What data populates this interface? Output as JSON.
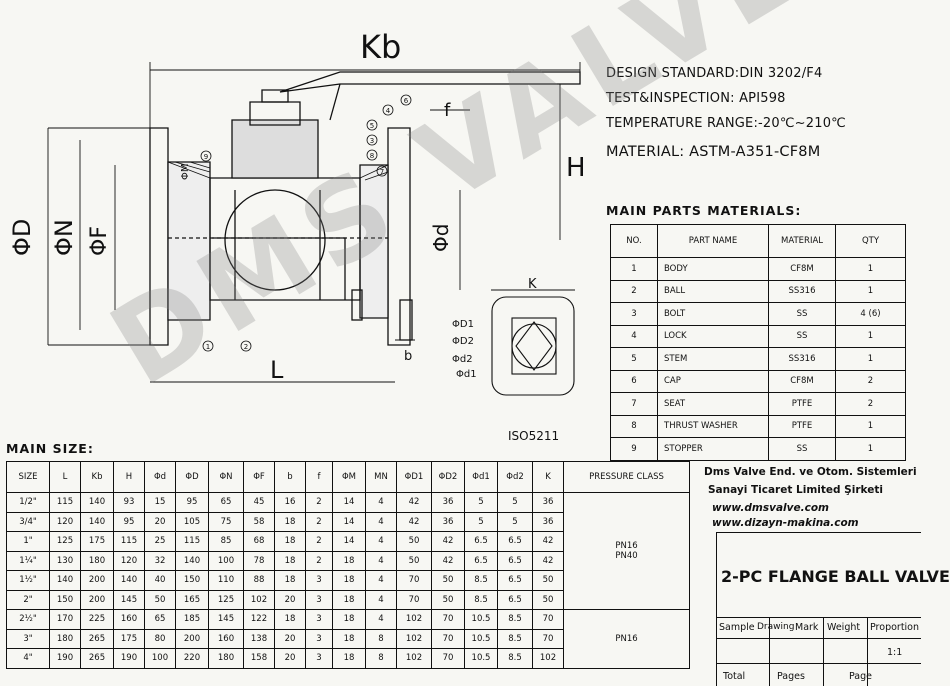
{
  "specs": {
    "design_standard": "DESIGN STANDARD:DIN 3202/F4",
    "test_inspection": "TEST&INSPECTION: API598",
    "temperature_range": "TEMPERATURE RANGE:-20℃~210℃",
    "material": "MATERIAL: ASTM-A351-CF8M"
  },
  "drawing": {
    "dim_kb": "Kb",
    "dim_f": "f",
    "dim_h": "H",
    "dim_d": "ΦD",
    "dim_n": "ΦN",
    "dim_f_bore": "ΦF",
    "dim_m": "ΦM",
    "dim_d_small": "Φd",
    "dim_l": "L",
    "dim_b": "b",
    "dim_k": "K",
    "flange_d1": "ΦD1",
    "flange_d2": "ΦD2",
    "flange_sd2": "Φd2",
    "flange_sd1": "Φd1",
    "iso": "ISO5211",
    "balloons": [
      "1",
      "2",
      "3",
      "4",
      "5",
      "6",
      "7",
      "8",
      "9"
    ]
  },
  "parts": {
    "title": "MAIN PARTS MATERIALS:",
    "headers": [
      "NO.",
      "PART NAME",
      "MATERIAL",
      "QTY"
    ],
    "rows": [
      [
        "1",
        "BODY",
        "CF8M",
        "1"
      ],
      [
        "2",
        "BALL",
        "SS316",
        "1"
      ],
      [
        "3",
        "BOLT",
        "SS",
        "4 (6)"
      ],
      [
        "4",
        "LOCK",
        "SS",
        "1"
      ],
      [
        "5",
        "STEM",
        "SS316",
        "1"
      ],
      [
        "6",
        "CAP",
        "CF8M",
        "2"
      ],
      [
        "7",
        "SEAT",
        "PTFE",
        "2"
      ],
      [
        "8",
        "THRUST WASHER",
        "PTFE",
        "1"
      ],
      [
        "9",
        "STOPPER",
        "SS",
        "1"
      ]
    ]
  },
  "sizes": {
    "title": "MAIN SIZE:",
    "headers": [
      "SIZE",
      "L",
      "Kb",
      "H",
      "Φd",
      "ΦD",
      "ΦN",
      "ΦF",
      "b",
      "f",
      "ΦM",
      "MN",
      "ΦD1",
      "ΦD2",
      "Φd1",
      "Φd2",
      "K",
      "PRESSURE CLASS"
    ],
    "rows": [
      [
        "1/2\"",
        "115",
        "140",
        "93",
        "15",
        "95",
        "65",
        "45",
        "16",
        "2",
        "14",
        "4",
        "42",
        "36",
        "5",
        "5",
        "36"
      ],
      [
        "3/4\"",
        "120",
        "140",
        "95",
        "20",
        "105",
        "75",
        "58",
        "18",
        "2",
        "14",
        "4",
        "42",
        "36",
        "5",
        "5",
        "36"
      ],
      [
        "1\"",
        "125",
        "175",
        "115",
        "25",
        "115",
        "85",
        "68",
        "18",
        "2",
        "14",
        "4",
        "50",
        "42",
        "6.5",
        "6.5",
        "42"
      ],
      [
        "1¼\"",
        "130",
        "180",
        "120",
        "32",
        "140",
        "100",
        "78",
        "18",
        "2",
        "18",
        "4",
        "50",
        "42",
        "6.5",
        "6.5",
        "42"
      ],
      [
        "1½\"",
        "140",
        "200",
        "140",
        "40",
        "150",
        "110",
        "88",
        "18",
        "3",
        "18",
        "4",
        "70",
        "50",
        "8.5",
        "6.5",
        "50"
      ],
      [
        "2\"",
        "150",
        "200",
        "145",
        "50",
        "165",
        "125",
        "102",
        "20",
        "3",
        "18",
        "4",
        "70",
        "50",
        "8.5",
        "6.5",
        "50"
      ],
      [
        "2½\"",
        "170",
        "225",
        "160",
        "65",
        "185",
        "145",
        "122",
        "18",
        "3",
        "18",
        "4",
        "102",
        "70",
        "10.5",
        "8.5",
        "70"
      ],
      [
        "3\"",
        "180",
        "265",
        "175",
        "80",
        "200",
        "160",
        "138",
        "20",
        "3",
        "18",
        "8",
        "102",
        "70",
        "10.5",
        "8.5",
        "70"
      ],
      [
        "4\"",
        "190",
        "265",
        "190",
        "100",
        "220",
        "180",
        "158",
        "20",
        "3",
        "18",
        "8",
        "102",
        "70",
        "10.5",
        "8.5",
        "102"
      ]
    ],
    "pressure_top": [
      "PN16",
      "PN40"
    ],
    "pressure_bottom": "PN16"
  },
  "company": {
    "line1": "Dms Valve End. ve Otom. Sistemleri",
    "line2": "Sanayi Ticaret Limited Şirketi",
    "web1": "www.dmsvalve.com",
    "web2": "www.dizayn-makina.com"
  },
  "title_block": {
    "title": "2-PC FLANGE BALL VALVE",
    "sample": "Sample",
    "drawing": "Drawing",
    "mark": "Mark",
    "weight": "Weight",
    "proportion": "Proportion",
    "scale": "1:1",
    "total": "Total",
    "pages": "Pages",
    "page": "Page"
  },
  "watermark": "DMS VALVE"
}
